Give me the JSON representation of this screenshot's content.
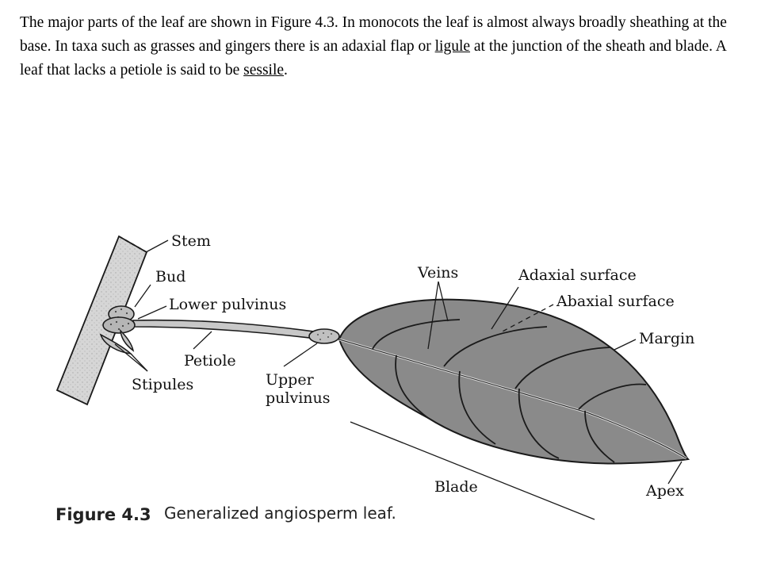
{
  "intro": {
    "s1": "The major parts of the leaf are shown in Figure 4.3.  In monocots the leaf is almost always broadly sheathing at the base.  In taxa such as grasses and gingers there is an adaxial flap or ",
    "ligule": "ligule",
    "s2": " at the junction of the sheath and blade.  A leaf that lacks a petiole is said to be ",
    "sessile": "sessile",
    "s3": "."
  },
  "labels": {
    "stem": "Stem",
    "bud": "Bud",
    "lower_pulvinus": "Lower pulvinus",
    "petiole": "Petiole",
    "stipules": "Stipules",
    "upper_pulvinus_line1": "Upper",
    "upper_pulvinus_line2": "pulvinus",
    "veins": "Veins",
    "adaxial_surface": "Adaxial surface",
    "abaxial_surface": "Abaxial surface",
    "margin": "Margin",
    "blade": "Blade",
    "apex": "Apex"
  },
  "caption": {
    "number": "Figure 4.3",
    "text": "Generalized angiosperm leaf."
  },
  "colors": {
    "stem_fill": "#d4d4d4",
    "leaf_fill": "#8c8c8c",
    "petiole_fill": "#c8c8c8",
    "line": "#1a1a1a"
  }
}
